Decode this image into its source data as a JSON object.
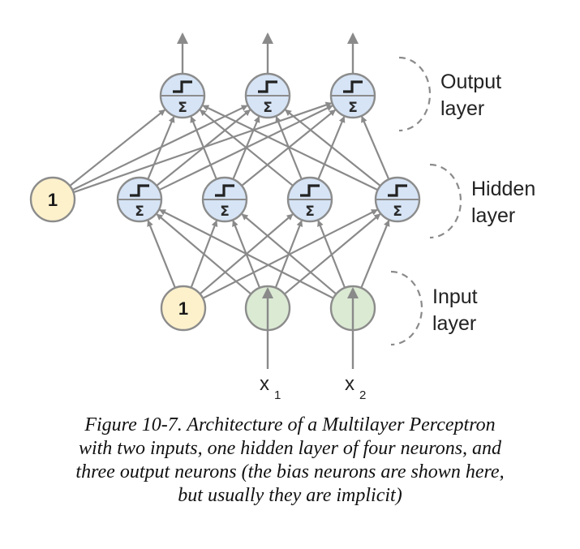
{
  "layers": {
    "output": [
      "Output",
      "layer"
    ],
    "hidden": [
      "Hidden",
      "layer"
    ],
    "input": [
      "Input",
      "layer"
    ]
  },
  "bias_label": "1",
  "activation_symbol": "Σ",
  "inputs": [
    {
      "symbol": "x",
      "subscript": "1"
    },
    {
      "symbol": "x",
      "subscript": "2"
    }
  ],
  "caption": [
    "Figure 10-7. Architecture of a Multilayer Perceptron",
    "with two inputs, one hidden layer of four neurons, and",
    "three output neurons (the bias neurons are shown here,",
    "but usually they are implicit)"
  ],
  "colors": {
    "neuron_fill": "#d6e4f6",
    "input_fill": "#dbead3",
    "bias_fill": "#fdf1cc",
    "line": "#8a8a8a"
  }
}
